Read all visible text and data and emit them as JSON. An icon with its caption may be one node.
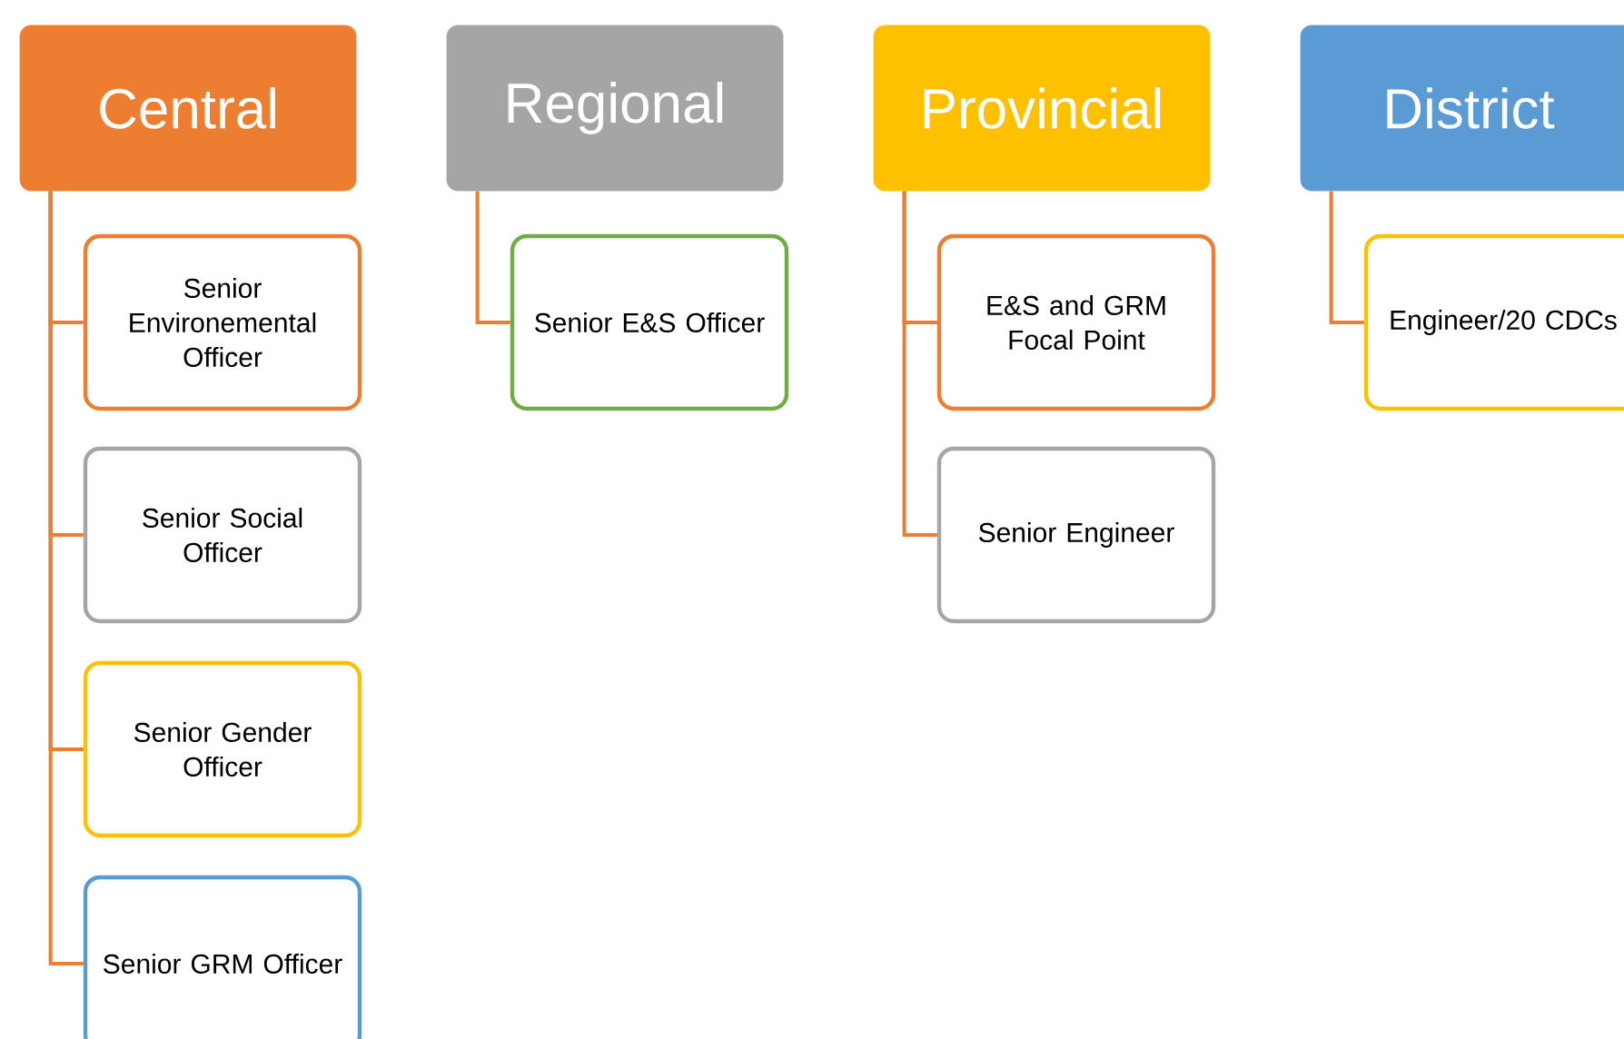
{
  "diagram": {
    "nodes": [
      {
        "text": [
          "Central"
        ]
      },
      {
        "text": [
          "Senior Environemental Officer"
        ]
      },
      {
        "text": [
          "Senior Social Officer"
        ]
      },
      {
        "text": [
          "Senior Gender Officer"
        ]
      },
      {
        "text": [
          "Senior GRM Officer"
        ]
      },
      {
        "text": [
          "Regional"
        ]
      },
      {
        "text": [
          "Senior E&S Officer"
        ]
      },
      {
        "text": [
          "Provincial"
        ]
      },
      {
        "text": [
          "E&S and GRM Focal Point"
        ]
      },
      {
        "text": [
          "Senior Engineer"
        ]
      },
      {
        "text": [
          "District"
        ]
      },
      {
        "text": [
          "Engineer/20 CDCs"
        ]
      }
    ],
    "edges": [
      {
        "from": 0,
        "to": 1,
        "arrow": "none"
      },
      {
        "from": 0,
        "to": 2,
        "arrow": "none"
      },
      {
        "from": 0,
        "to": 3,
        "arrow": "none"
      },
      {
        "from": 0,
        "to": 4,
        "arrow": "none"
      },
      {
        "from": 5,
        "to": 6,
        "arrow": "none"
      },
      {
        "from": 7,
        "to": 8,
        "arrow": "none"
      },
      {
        "from": 7,
        "to": 9,
        "arrow": "none"
      },
      {
        "from": 10,
        "to": 11,
        "arrow": "none"
      }
    ]
  }
}
